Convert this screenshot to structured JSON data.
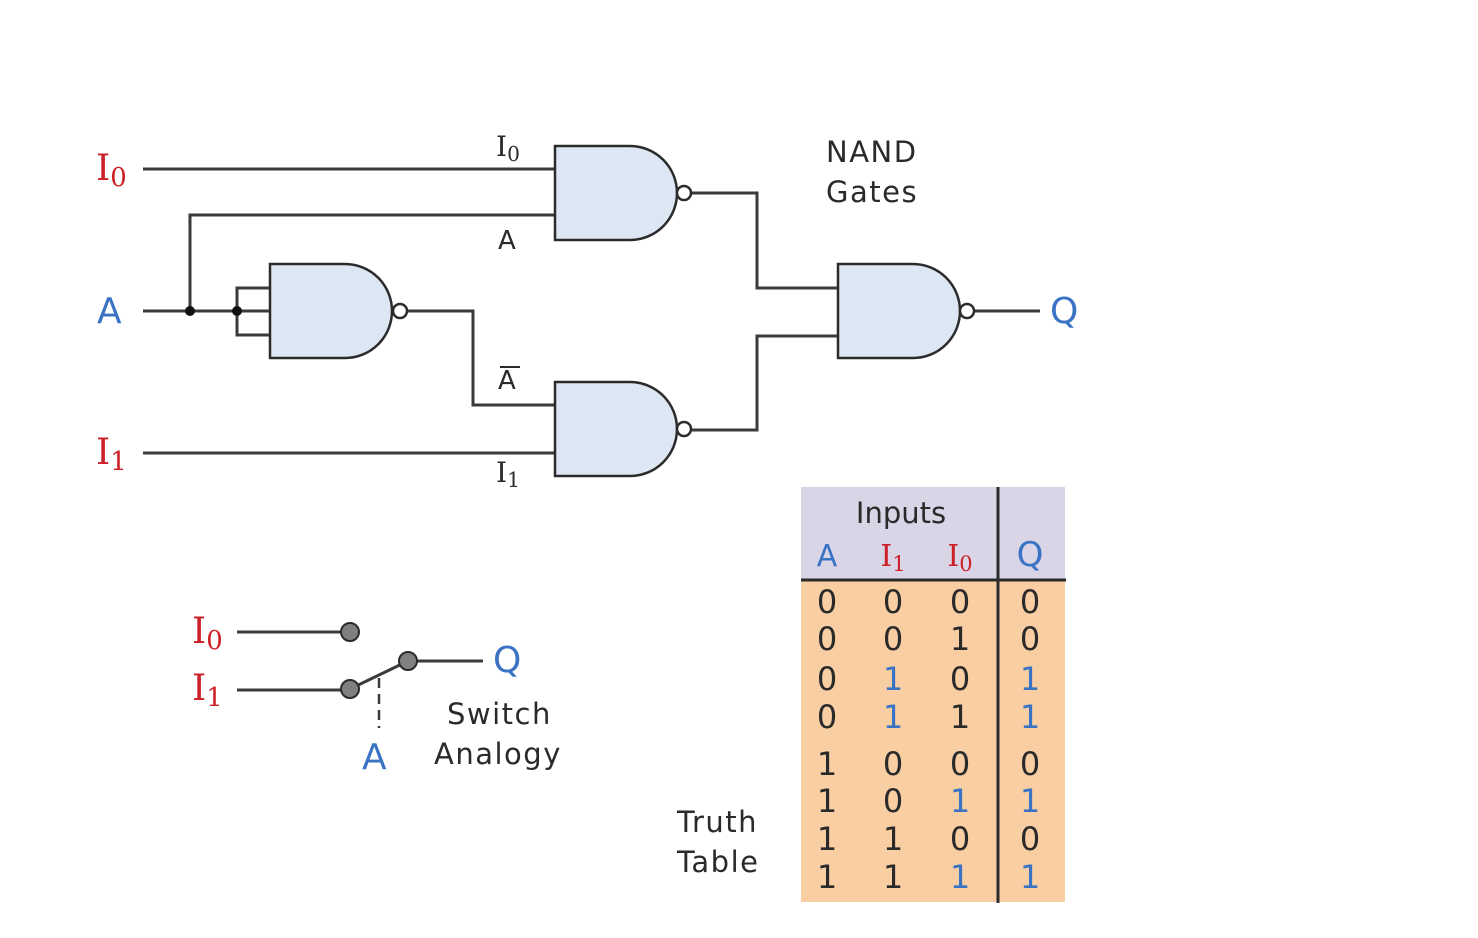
{
  "colors": {
    "input_red": "#cc2029",
    "select_blue": "#3b73c4",
    "gate_fill": "#dde6f3",
    "table_header": "#d9d4e6",
    "table_body": "#f9cea3"
  },
  "circuit": {
    "inputs": {
      "i0": {
        "base": "I",
        "sub": "0"
      },
      "a": "A",
      "i1": {
        "base": "I",
        "sub": "1"
      }
    },
    "output": "Q",
    "wire_labels": {
      "i0": {
        "base": "I",
        "sub": "0"
      },
      "a": "A",
      "a_bar": "A",
      "i1": {
        "base": "I",
        "sub": "1"
      }
    },
    "gates_caption": [
      "NAND",
      "Gates"
    ]
  },
  "switch": {
    "i0": {
      "base": "I",
      "sub": "0"
    },
    "i1": {
      "base": "I",
      "sub": "1"
    },
    "output": "Q",
    "select": "A",
    "caption": [
      "Switch",
      "Analogy"
    ]
  },
  "truth_table": {
    "caption": [
      "Truth",
      "Table"
    ],
    "group_header": "Inputs",
    "columns": [
      {
        "base": "A",
        "sub": "",
        "color": "#3b73c4"
      },
      {
        "base": "I",
        "sub": "1",
        "color": "#cc2029"
      },
      {
        "base": "I",
        "sub": "0",
        "color": "#cc2029"
      },
      {
        "base": "Q",
        "sub": "",
        "color": "#3b73c4"
      }
    ],
    "rows": [
      [
        "0",
        "0",
        "0",
        "0"
      ],
      [
        "0",
        "0",
        "1",
        "0"
      ],
      [
        "0",
        "1",
        "0",
        "1"
      ],
      [
        "0",
        "1",
        "1",
        "1"
      ],
      [
        "1",
        "0",
        "0",
        "0"
      ],
      [
        "1",
        "0",
        "1",
        "1"
      ],
      [
        "1",
        "1",
        "0",
        "0"
      ],
      [
        "1",
        "1",
        "1",
        "1"
      ]
    ]
  }
}
